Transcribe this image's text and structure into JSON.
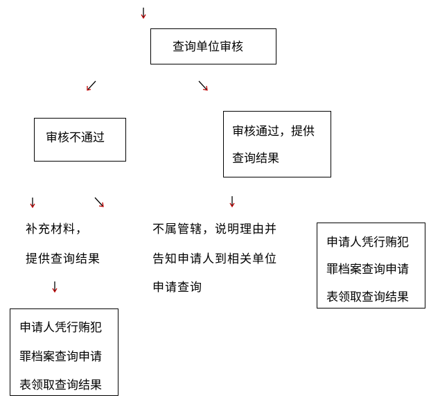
{
  "top_box": {
    "label": "查询单位审核"
  },
  "reject_box": {
    "label": "审核不通过"
  },
  "approve_box": {
    "lines": [
      "审核通过，提供",
      "查询结果"
    ]
  },
  "supplement_text": {
    "lines": [
      "补充材料，",
      "提供查询结果"
    ]
  },
  "not_jurisdiction_text": {
    "lines": [
      "不属管辖，说明理由并",
      "告知申请人到相关单位",
      "申请查询"
    ]
  },
  "right_result_box": {
    "lines": [
      "申请人凭行贿犯",
      "罪档案查询申请",
      "表领取查询结果"
    ]
  },
  "bottom_result_box": {
    "lines": [
      "申请人凭行贿犯",
      "罪档案查询申请",
      "表领取查询结果"
    ]
  },
  "colors": {
    "arrow_shaft": "#000000",
    "arrow_head": "#c00000"
  }
}
